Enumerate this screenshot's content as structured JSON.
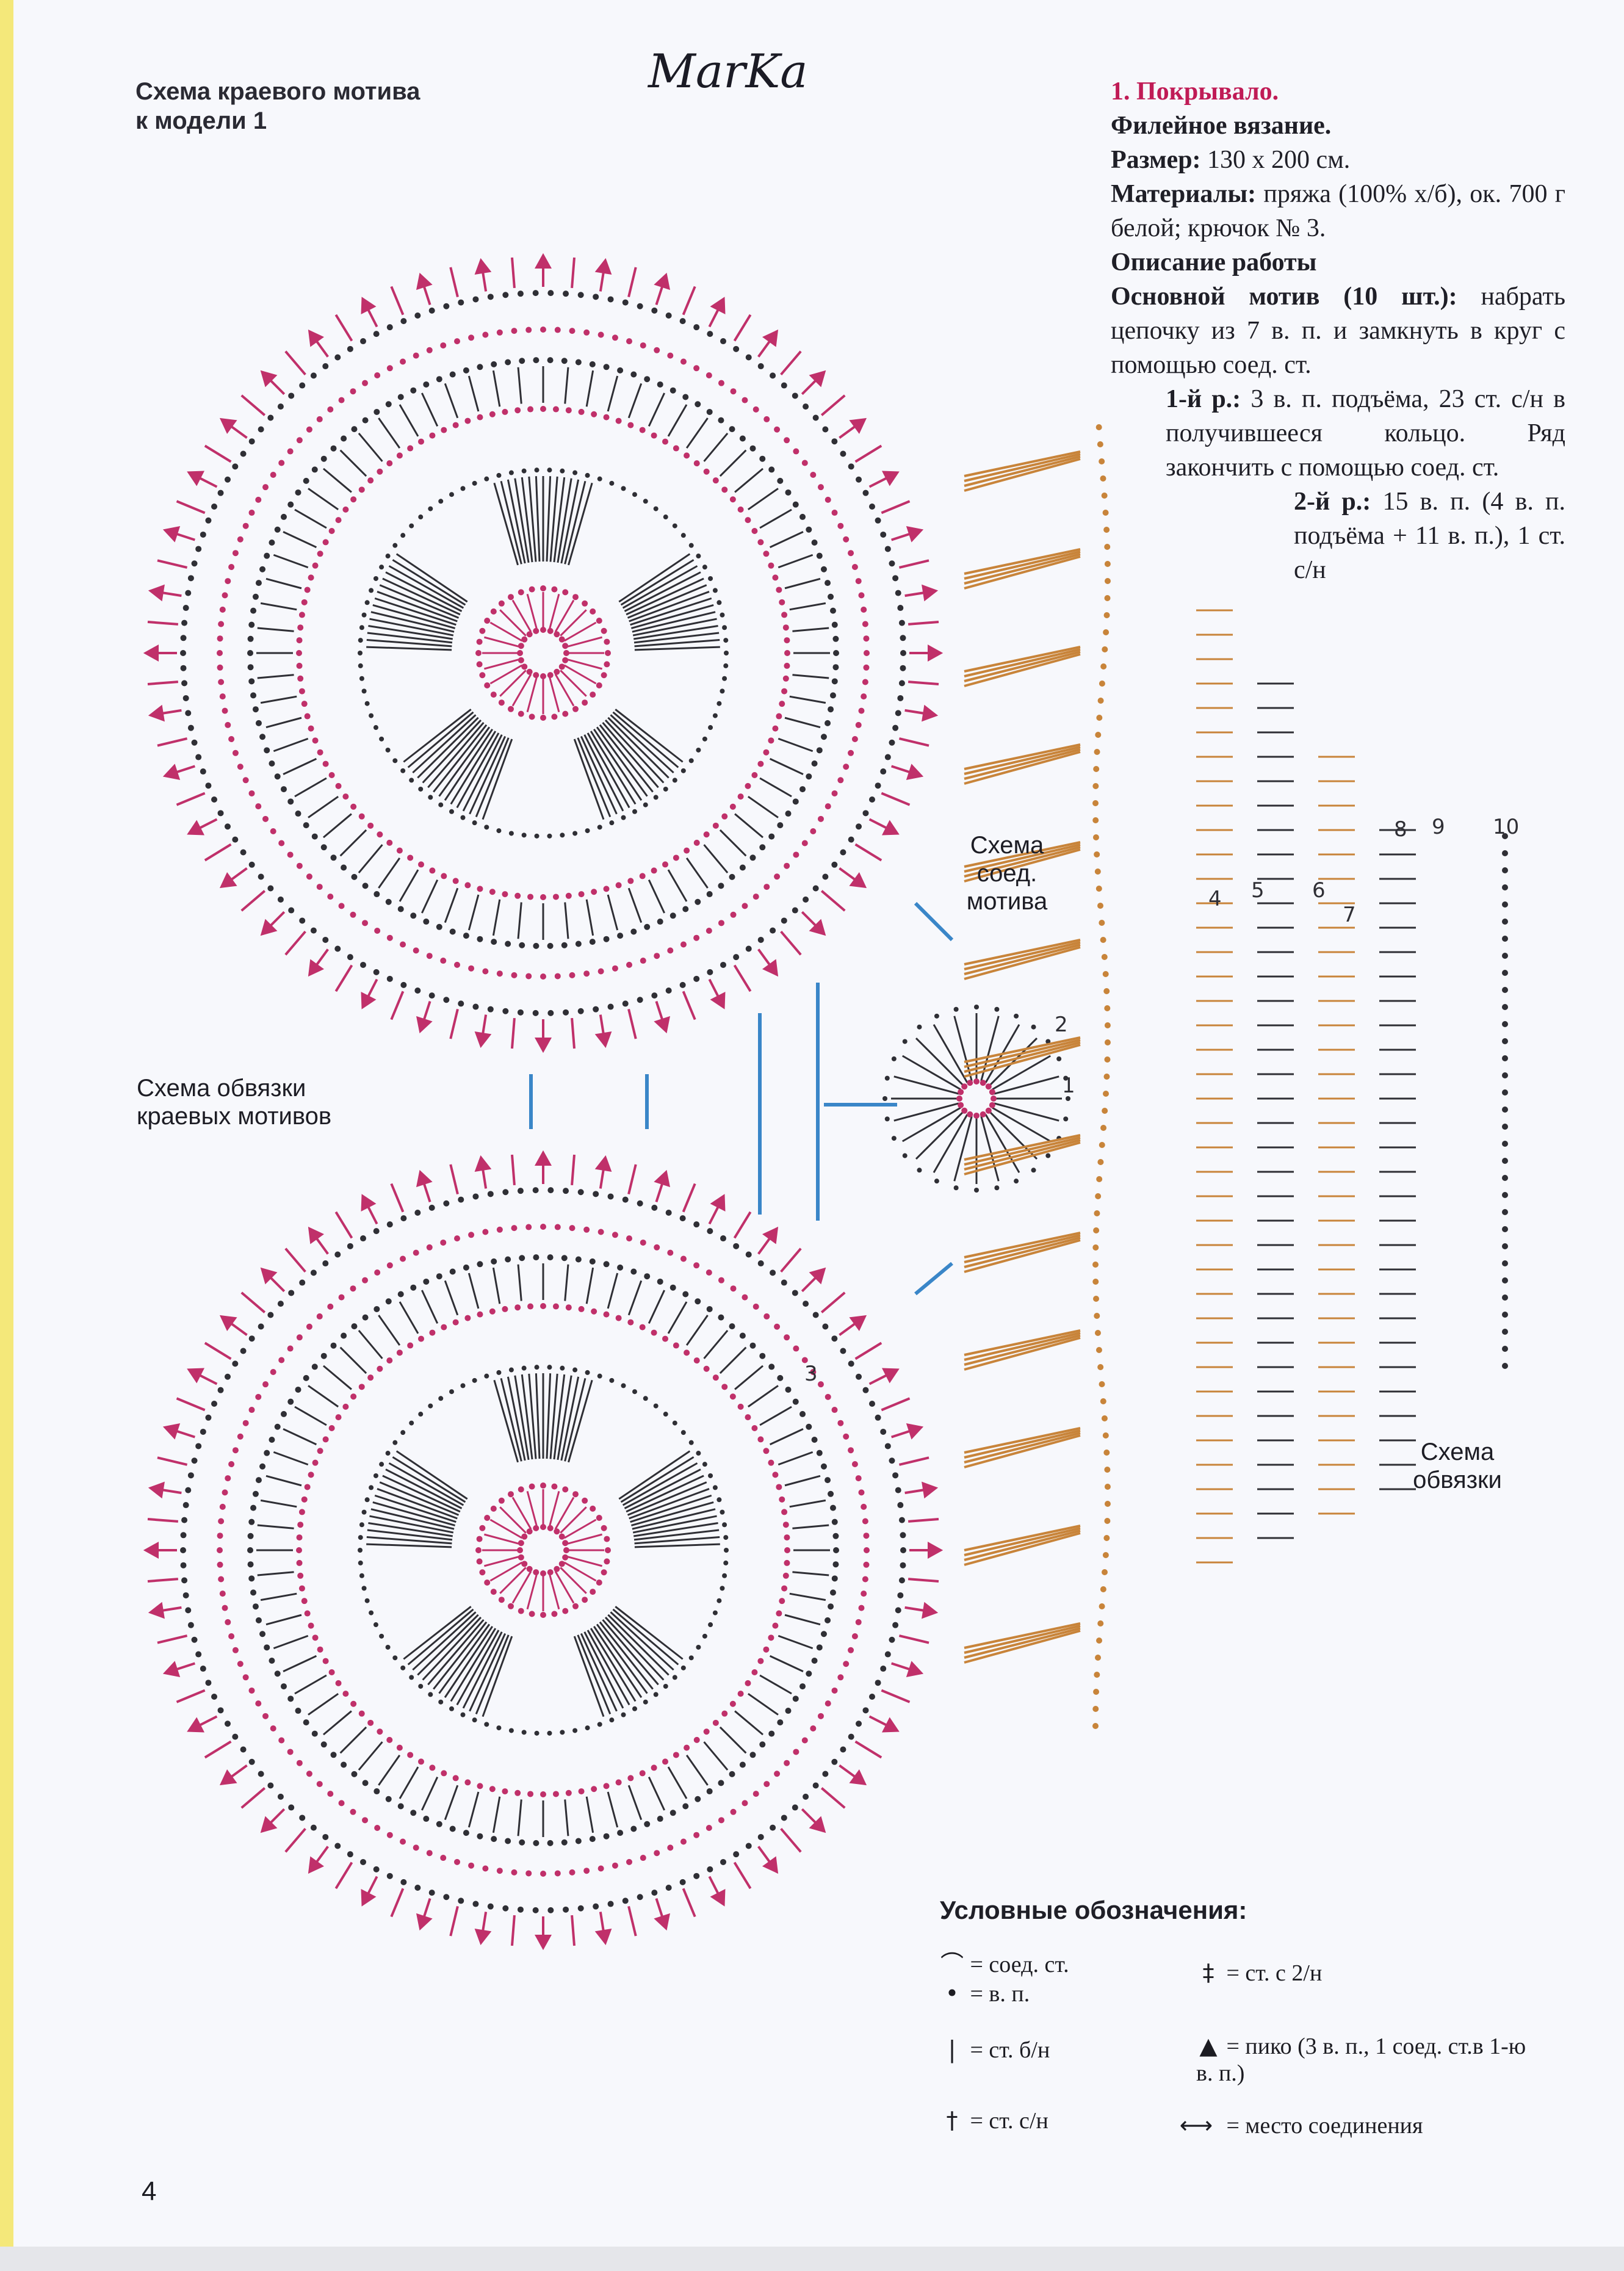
{
  "watermark": "MarKa",
  "left_title": {
    "line1": "Схема краевого мотива",
    "line2": "к модели 1"
  },
  "article": {
    "heading": "1. Покрывало.",
    "technique": "Филейное вязание.",
    "size_label": "Размер:",
    "size_value": "130 х 200 см.",
    "materials_label": "Материалы:",
    "materials_value": "пряжа (100% х/б), ок. 700 г белой; крючок № 3.",
    "description_label": "Описание работы",
    "motif_label": "Основной мотив (10 шт.):",
    "motif_value": "набрать цепочку из 7 в. п. и замкнуть в круг с помощью соед. ст.",
    "row1_label": "1-й р.:",
    "row1_value": "3 в. п. подъёма, 23 ст. с/н в получившееся кольцо. Ряд закончить с помощью соед. ст.",
    "row2_label": "2-й р.:",
    "row2_value": "15 в. п. (4 в. п. подъёма + 11 в. п.), 1 ст. с/н"
  },
  "labels": {
    "join_scheme": "Схема соед. мотива",
    "edge_binding": "Схема обвязки краевых мотивов",
    "binding": "Схема обвязки"
  },
  "legend": {
    "title": "Условные обозначения:",
    "items": [
      {
        "symbol": "⌒",
        "text": "= соед. ст."
      },
      {
        "symbol": "•",
        "text": "= в. п."
      },
      {
        "symbol": "|",
        "text": "= ст. б/н"
      },
      {
        "symbol": "†",
        "text": "= ст. с/н"
      },
      {
        "symbol": "‡",
        "text": "= ст. с 2/н"
      },
      {
        "symbol": "▲",
        "text": "= пико (3 в. п., 1 соед. ст.в 1-ю в. п.)"
      },
      {
        "symbol": "⟷",
        "text": "= место соединения"
      }
    ]
  },
  "row_numbers": [
    "1",
    "2",
    "3",
    "4",
    "5",
    "6",
    "7",
    "8",
    "9",
    "10"
  ],
  "page_number": "4",
  "colors": {
    "pink": "#c0306a",
    "dark": "#2f2f35",
    "orange": "#c8843a",
    "blue": "#3a86c8"
  }
}
